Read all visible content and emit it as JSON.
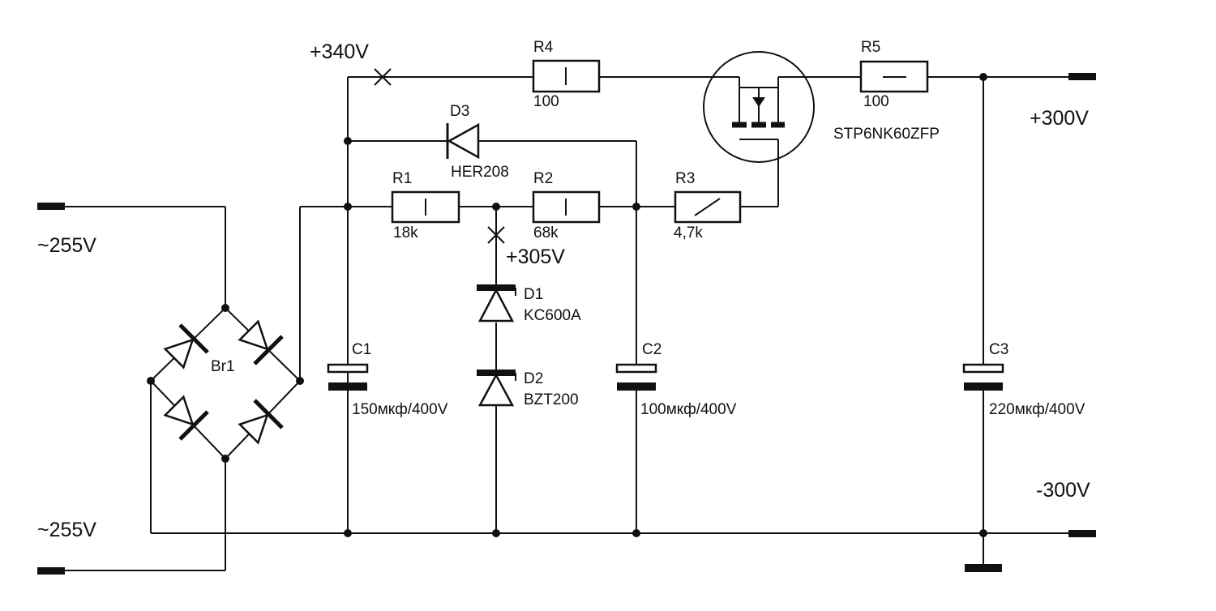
{
  "diagram": {
    "voltages": {
      "v340": "+340V",
      "v305": "+305V",
      "v300_pos": "+300V",
      "v300_neg": "-300V",
      "ac_top": "~255V",
      "ac_bottom": "~255V"
    },
    "components": {
      "r1": {
        "ref": "R1",
        "value": "18k"
      },
      "r2": {
        "ref": "R2",
        "value": "68k"
      },
      "r3": {
        "ref": "R3",
        "value": "4,7k"
      },
      "r4": {
        "ref": "R4",
        "value": "100"
      },
      "r5": {
        "ref": "R5",
        "value": "100"
      },
      "d1": {
        "ref": "D1",
        "value": "KC600A"
      },
      "d2": {
        "ref": "D2",
        "value": "BZT200"
      },
      "d3": {
        "ref": "D3",
        "value": "HER208"
      },
      "c1": {
        "ref": "C1",
        "value": "150мкф/400V"
      },
      "c2": {
        "ref": "C2",
        "value": "100мкф/400V"
      },
      "c3": {
        "ref": "C3",
        "value": "220мкф/400V"
      },
      "br1": {
        "ref": "Br1"
      },
      "q1": {
        "value": "STP6NK60ZFP"
      }
    }
  }
}
